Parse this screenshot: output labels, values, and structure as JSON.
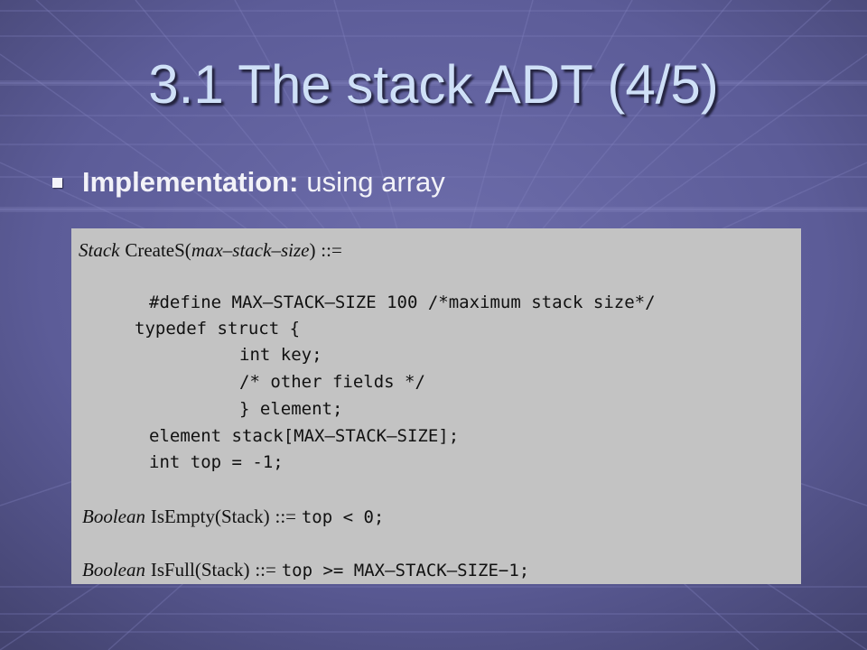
{
  "slide": {
    "title": "3.1 The stack ADT (4/5)",
    "bullet": {
      "key": "Implementation:",
      "text": "using array"
    }
  },
  "code": {
    "create": {
      "type": "Stack",
      "func": "CreateS(",
      "param": "max‒stack‒size",
      "close": ")",
      "assign": "::="
    },
    "body_lines": [
      "#define MAX‒STACK‒SIZE 100 /*maximum stack size*/",
      "typedef struct {",
      "int key;",
      "/* other fields */",
      "} element;",
      "element stack[MAX‒STACK‒SIZE];",
      "int top = -1;"
    ],
    "is_empty": {
      "type": "Boolean",
      "func": "IsEmpty(Stack)",
      "assign": "::=",
      "expr": "top < 0;"
    },
    "is_full": {
      "type": "Boolean",
      "func": "IsFull(Stack)",
      "assign": "::=",
      "expr": "top >= MAX‒STACK‒SIZE−1;"
    }
  },
  "colors": {
    "background": "#5a5a96",
    "title": "#cfe0f7",
    "panel": "#c3c3c3",
    "text_light": "#f2f2f8"
  }
}
